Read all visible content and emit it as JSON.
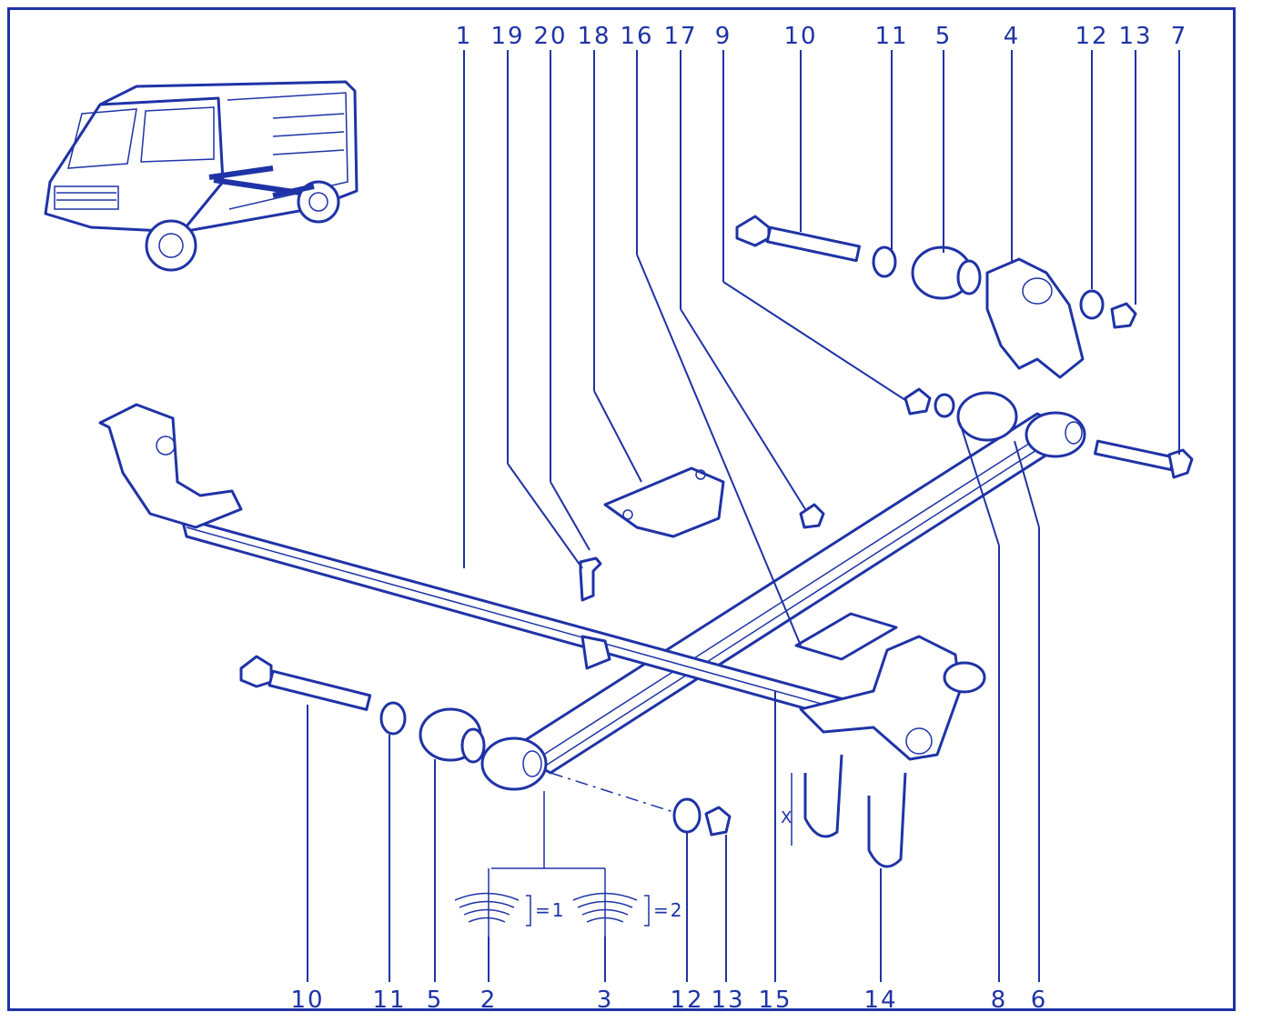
{
  "diagram": {
    "colors": {
      "ink": "#1f33a6",
      "background": "#ffffff"
    },
    "top_callouts": [
      "1",
      "19",
      "20",
      "18",
      "16",
      "17",
      "9",
      "10",
      "11",
      "5",
      "4",
      "12",
      "13",
      "7"
    ],
    "bottom_callouts": [
      "10",
      "11",
      "5",
      "2",
      "3",
      "12",
      "13",
      "15",
      "14",
      "8",
      "6"
    ],
    "equal_marks": {
      "leaf_a": "=1",
      "leaf_b": "=2"
    },
    "dimension_mark": "X"
  }
}
